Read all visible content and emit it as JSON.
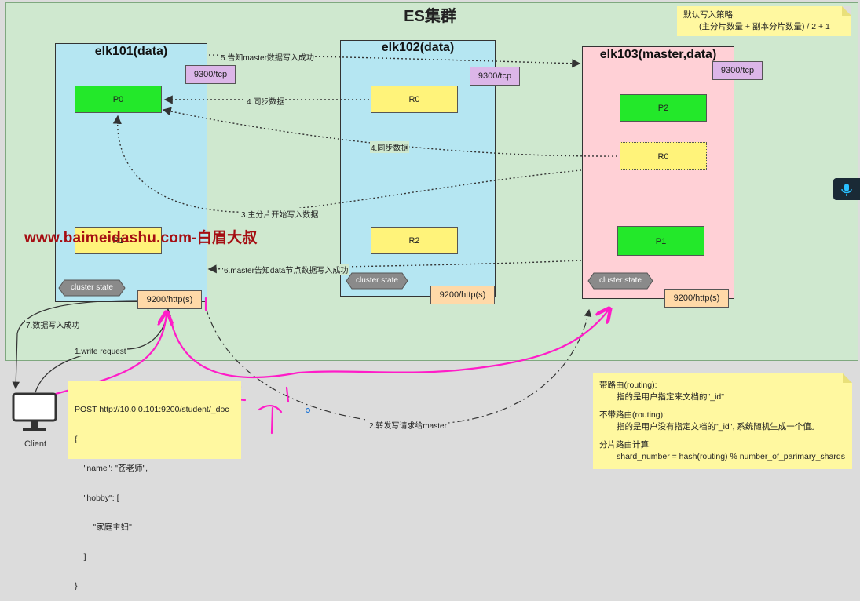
{
  "cluster": {
    "title": "ES集群"
  },
  "nodes": [
    {
      "id": "elk101",
      "title": "elk101(data)",
      "port_tcp": "9300/tcp",
      "port_http": "9200/http(s)",
      "cluster_state": "cluster state",
      "shards": [
        {
          "name": "P0",
          "kind": "primary"
        },
        {
          "name": "R1",
          "kind": "replica"
        }
      ]
    },
    {
      "id": "elk102",
      "title": "elk102(data)",
      "port_tcp": "9300/tcp",
      "port_http": "9200/http(s)",
      "cluster_state": "cluster state",
      "shards": [
        {
          "name": "R0",
          "kind": "replica"
        },
        {
          "name": "R2",
          "kind": "replica"
        }
      ]
    },
    {
      "id": "elk103",
      "title": "elk103(master,data)",
      "port_tcp": "9300/tcp",
      "port_http": "9200/http(s)",
      "cluster_state": "cluster state",
      "shards": [
        {
          "name": "P2",
          "kind": "primary"
        },
        {
          "name": "R0",
          "kind": "replica"
        },
        {
          "name": "P1",
          "kind": "primary"
        }
      ]
    }
  ],
  "arrows": {
    "step5": "5.告知master数据写入成功",
    "step4a": "4.同步数据",
    "step4b": "4.同步数据",
    "step3": "3.主分片开始写入数据",
    "step6": "6.master告知data节点数据写入成功",
    "step7": "7.数据写入成功",
    "step1": "1.write request",
    "step2": "2.转发写请求给master"
  },
  "client": {
    "label": "Client"
  },
  "request": {
    "lines": [
      "POST http://10.0.0.101:9200/student/_doc",
      "{",
      "    \"name\": \"苍老师\",",
      "    \"hobby\": [",
      "        \"家庭主妇\"",
      "    ]",
      "}"
    ]
  },
  "notes": {
    "top": {
      "line1": "默认写入策略:",
      "line2": "(主分片数量 + 副本分片数量) / 2 + 1"
    },
    "routing": {
      "h1": "带路由(routing):",
      "d1": "指的是用户指定来文档的\"_id\"",
      "h2": "不带路由(routing):",
      "d2": "指的是用户没有指定文档的\"_id\", 系统随机生成一个值。",
      "h3": "分片路由计算:",
      "d3": "shard_number = hash(routing) % number_of_parimary_shards"
    }
  },
  "watermark": "www.baimeidashu.com-白眉大叔",
  "colors": {
    "primary": "#23e82a",
    "replica": "#fff37a",
    "data_node": "#b5e6f2",
    "master_node": "#ffd0d6",
    "annotation": "#ff1cc8"
  }
}
